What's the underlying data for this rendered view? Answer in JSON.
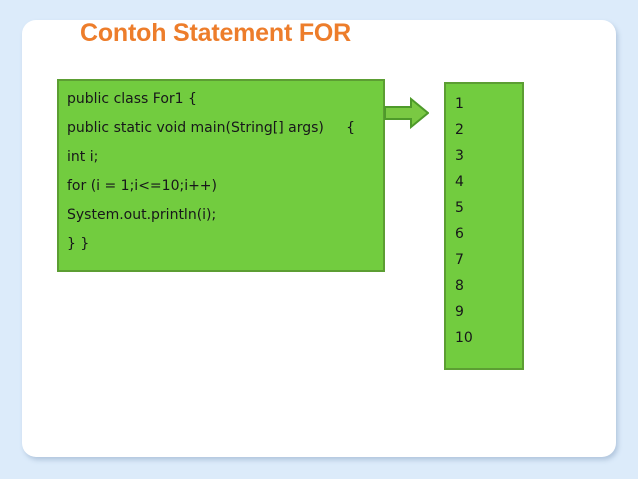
{
  "slide": {
    "title": "Contoh Statement FOR",
    "background_color": "#dcebfa",
    "card_color": "#ffffff",
    "title_color": "#ED7D2B"
  },
  "code_block": {
    "name": "java-code-sample",
    "fill_color": "#72CC3F",
    "border_color": "#5C9E33",
    "lines": [
      "public class For1 {",
      "public static void main(String[] args)     {",
      "int i;",
      "for (i = 1;i<=10;i++)",
      "System.out.println(i);",
      "} }"
    ]
  },
  "arrow": {
    "name": "right-arrow-icon",
    "direction": "right",
    "fill_color": "#7AC943",
    "border_color": "#4E9A2A"
  },
  "output_block": {
    "name": "program-output",
    "fill_color": "#72CC3F",
    "border_color": "#5C9E33",
    "lines": [
      "1",
      "2",
      "3",
      "4",
      "5",
      "6",
      "7",
      "8",
      "9",
      "10"
    ]
  }
}
